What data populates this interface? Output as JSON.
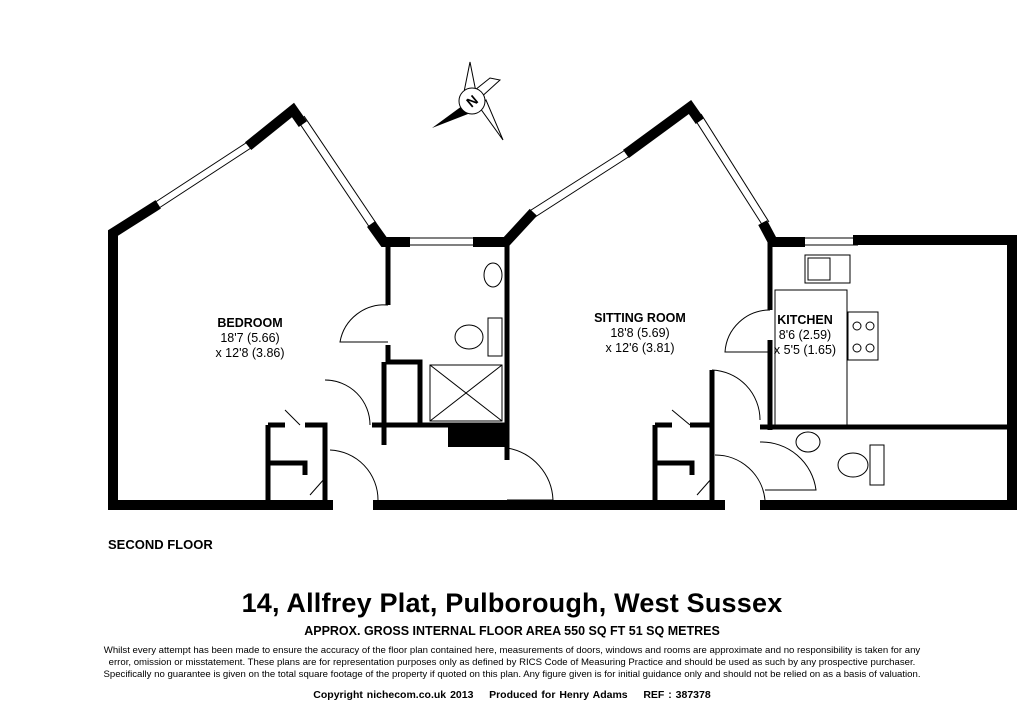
{
  "rooms": [
    {
      "name": "BEDROOM",
      "dim1": "18'7 (5.66)",
      "dim2": "x 12'8 (3.86)"
    },
    {
      "name": "SITTING ROOM",
      "dim1": "18'8 (5.69)",
      "dim2": "x 12'6 (3.81)"
    },
    {
      "name": "KITCHEN",
      "dim1": "8'6 (2.59)",
      "dim2": "x 5'5 (1.65)"
    }
  ],
  "compass_letter": "N",
  "floor_label": "SECOND FLOOR",
  "title": "14, Allfrey Plat, Pulborough, West Sussex",
  "area": "APPROX. GROSS INTERNAL FLOOR AREA 550 SQ FT 51 SQ METRES",
  "disclaimer": [
    "Whilst every attempt has been made to ensure the accuracy of the floor plan contained here, measurements of doors, windows and rooms are approximate and no responsibility is taken for any",
    "error, omission or misstatement. These plans are for representation purposes only as defined by RICS Code of Measuring Practice and should be used as such by any prospective purchaser.",
    "Specifically no guarantee is given on the total square footage of the property if quoted on this plan. Any figure given is for initial guidance only and should not be relied on as a basis of valuation."
  ],
  "copyright": "Copyright nichecom.co.uk 2013    Produced for Henry Adams    REF : 387378"
}
